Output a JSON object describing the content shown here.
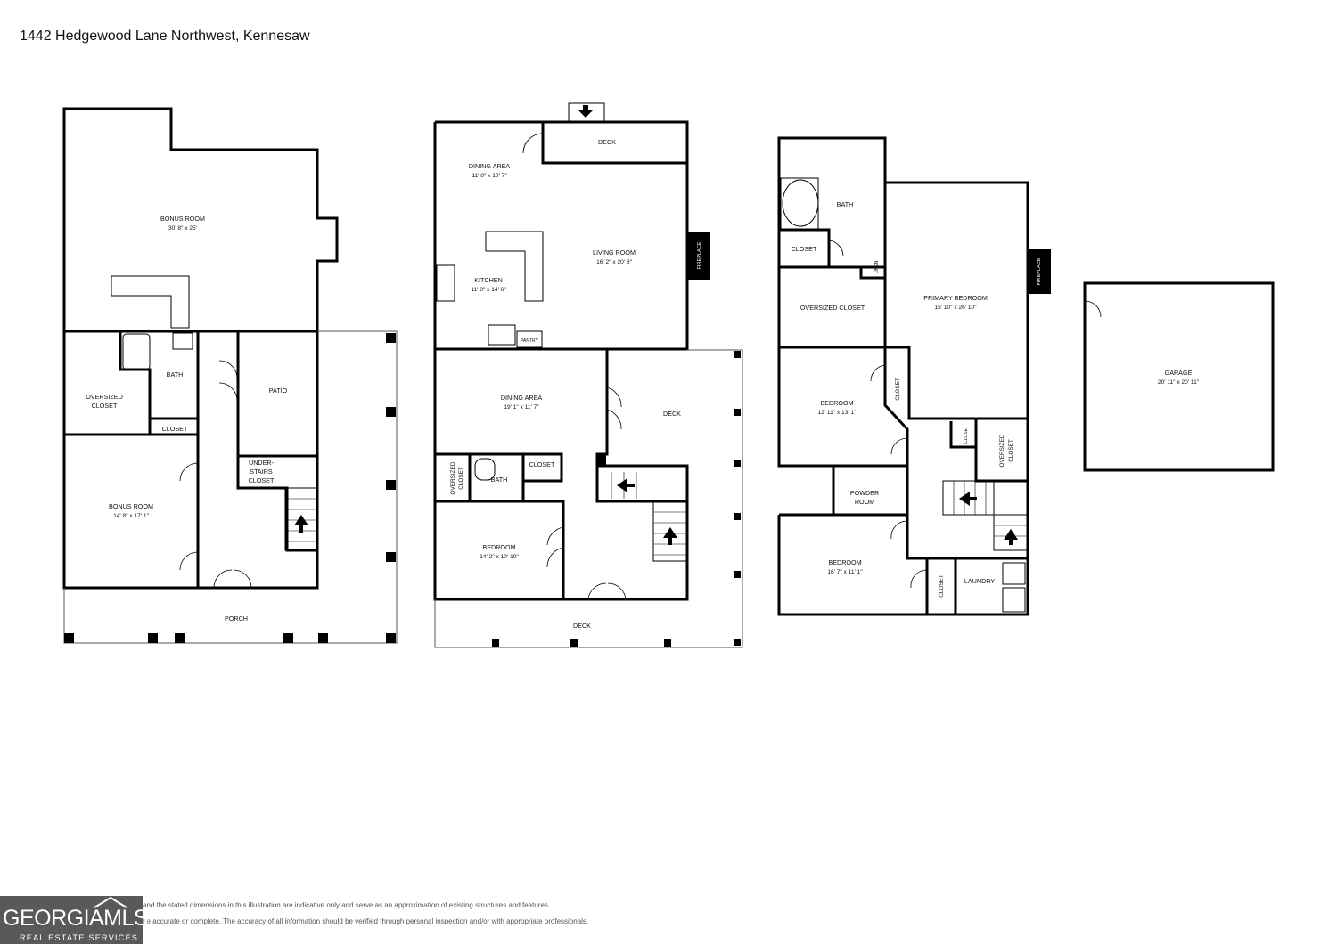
{
  "header": {
    "address": "1442 Hedgewood Lane Northwest, Kennesaw"
  },
  "floor1": {
    "rooms": [
      {
        "id": "bonus-room-1",
        "name": "BONUS ROOM",
        "dim": "30' 8\" x 25'"
      },
      {
        "id": "oversized-closet-1",
        "name": "OVERSIZED",
        "name2": "CLOSET"
      },
      {
        "id": "bath-1",
        "name": "BATH"
      },
      {
        "id": "closet-1",
        "name": "CLOSET"
      },
      {
        "id": "patio",
        "name": "PATIO"
      },
      {
        "id": "understairs-closet",
        "name": "UNDER-",
        "name2": "STAIRS",
        "name3": "CLOSET"
      },
      {
        "id": "bonus-room-2",
        "name": "BONUS ROOM",
        "dim": "14' 8\" x 17' 1\""
      },
      {
        "id": "porch",
        "name": "PORCH"
      }
    ]
  },
  "floor2": {
    "rooms": [
      {
        "id": "deck-top",
        "name": "DECK"
      },
      {
        "id": "dining-area-1",
        "name": "DINING AREA",
        "dim": "11' 8\" x 10' 7\""
      },
      {
        "id": "living-room",
        "name": "LIVING ROOM",
        "dim": "16' 2\" x 20' 8\""
      },
      {
        "id": "fireplace-1",
        "name": "FIREPLACE"
      },
      {
        "id": "kitchen",
        "name": "KITCHEN",
        "dim": "11' 8\" x 14' 6\""
      },
      {
        "id": "pantry",
        "name": "PANTRY"
      },
      {
        "id": "dining-area-2",
        "name": "DINING AREA",
        "dim": "19' 1\" x 11' 7\""
      },
      {
        "id": "deck-right",
        "name": "DECK"
      },
      {
        "id": "oversized-closet-2",
        "name": "OVERSIZED",
        "name2": "CLOSET"
      },
      {
        "id": "bath-2",
        "name": "BATH"
      },
      {
        "id": "closet-2",
        "name": "CLOSET"
      },
      {
        "id": "bedroom-1",
        "name": "BEDROOM",
        "dim": "14' 2\" x 10' 10\""
      },
      {
        "id": "deck-bottom",
        "name": "DECK"
      }
    ]
  },
  "floor3": {
    "rooms": [
      {
        "id": "bath-3",
        "name": "BATH"
      },
      {
        "id": "closet-3",
        "name": "CLOSET"
      },
      {
        "id": "linen",
        "name": "LINEN"
      },
      {
        "id": "oversized-closet-3",
        "name": "OVERSIZED CLOSET"
      },
      {
        "id": "primary-bedroom",
        "name": "PRIMARY BEDROOM",
        "dim": "15' 10\" x 26' 10\""
      },
      {
        "id": "fireplace-2",
        "name": "FIREPLACE"
      },
      {
        "id": "bedroom-2",
        "name": "BEDROOM",
        "dim": "12' 11\" x 13' 1\""
      },
      {
        "id": "closet-4",
        "name": "CLOSET"
      },
      {
        "id": "closet-5",
        "name": "CLOSET"
      },
      {
        "id": "oversized-closet-4",
        "name": "OVERSIZED",
        "name2": "CLOSET"
      },
      {
        "id": "powder-room",
        "name": "POWDER",
        "name2": "ROOM"
      },
      {
        "id": "bedroom-3",
        "name": "BEDROOM",
        "dim": "16' 7\" x 11' 1\""
      },
      {
        "id": "closet-6",
        "name": "CLOSET"
      },
      {
        "id": "laundry",
        "name": "LAUNDRY"
      }
    ]
  },
  "garage": {
    "name": "GARAGE",
    "dim": "20' 11\" x 20' 11\""
  },
  "footer": {
    "marker": ".",
    "disclaimer_line1": "and the stated dimensions in this illustration are indicative only and serve as an approximation of existing structures and features.",
    "disclaimer_line2": "be accurate or complete. The accuracy of all information should be verified through personal inspection and/or with appropriate professionals.",
    "logo_text": "GEORGIAMLS",
    "logo_sub": "REAL ESTATE SERVICES"
  }
}
